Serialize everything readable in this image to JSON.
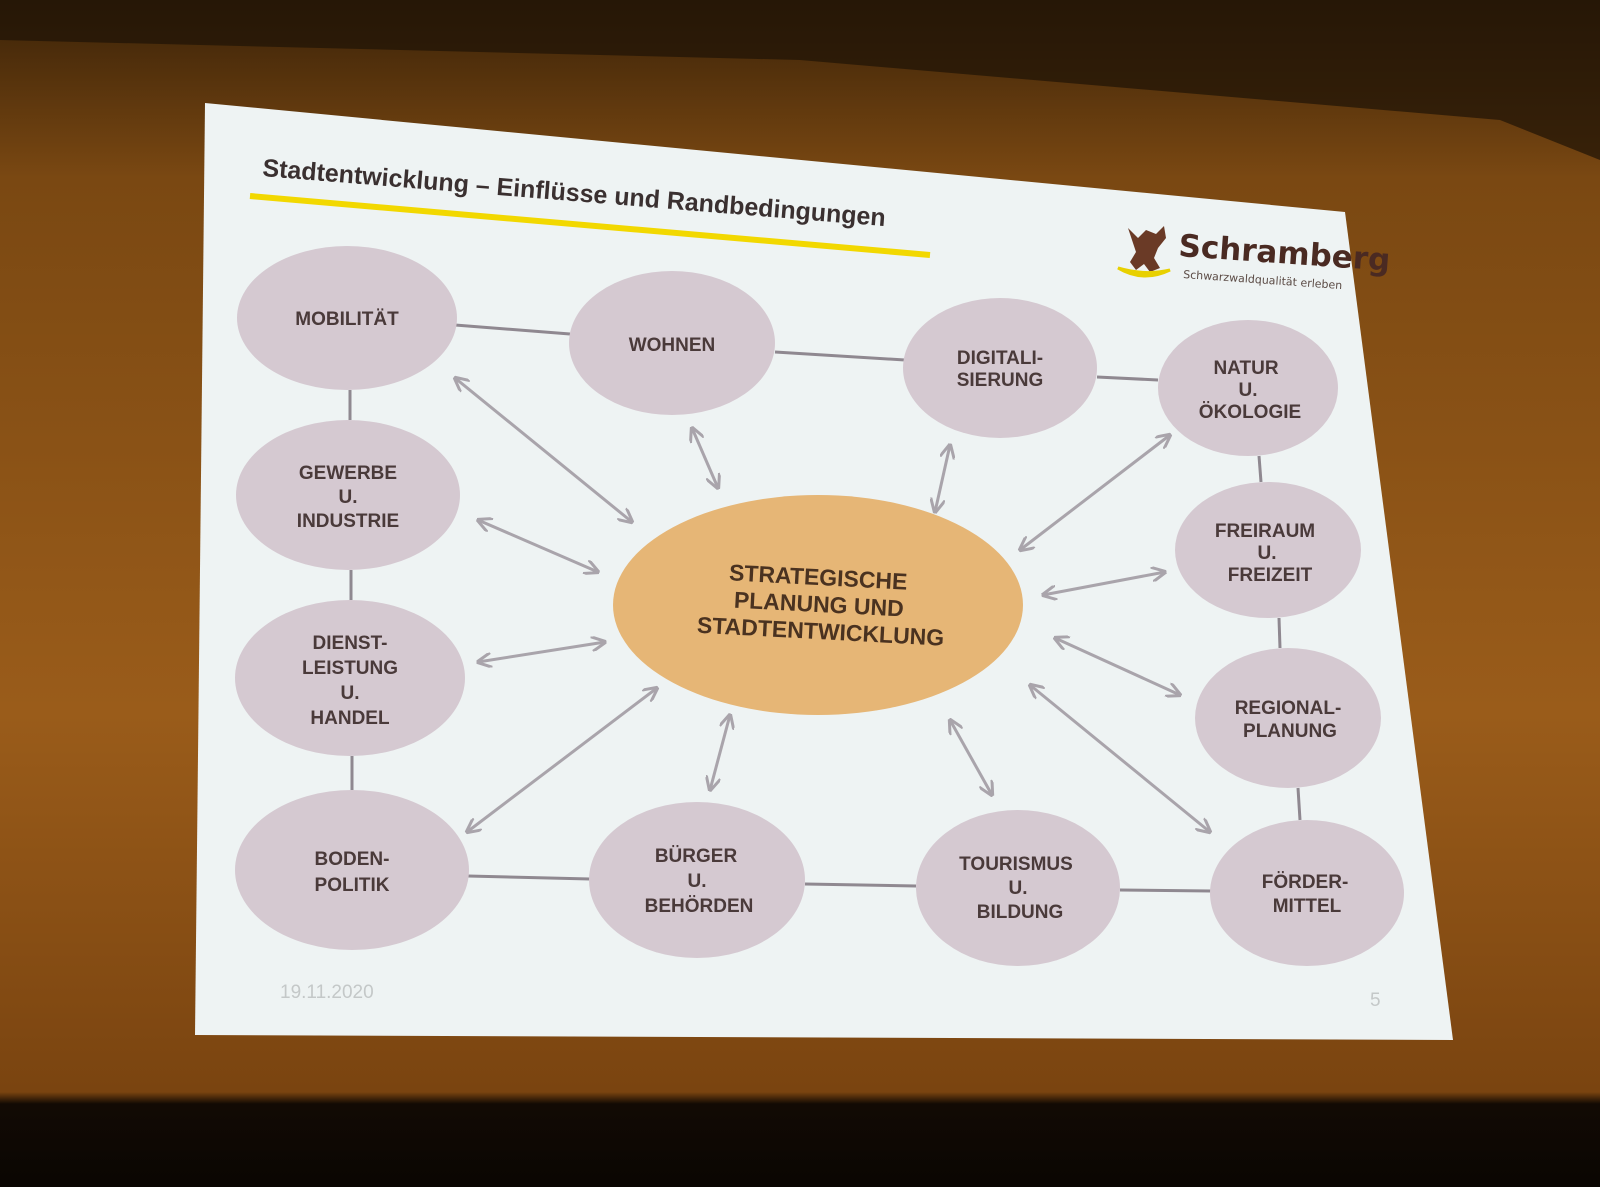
{
  "slide": {
    "title": "Stadtentwicklung – Einflüsse und Randbedingungen",
    "logo": {
      "name": "Schramberg",
      "tagline": "Schwarzwaldqualität erleben"
    },
    "date": "19.11.2020",
    "page_number": "5"
  },
  "center": {
    "lines": [
      "STRATEGISCHE",
      "PLANUNG UND",
      "STADTENTWICKLUNG"
    ]
  },
  "nodes": {
    "mobilitaet": [
      "MOBILITÄT"
    ],
    "wohnen": [
      "WOHNEN"
    ],
    "digital": [
      "DIGITALI-",
      "SIERUNG"
    ],
    "natur": [
      "NATUR",
      "U.",
      "ÖKOLOGIE"
    ],
    "gewerbe": [
      "GEWERBE",
      "U.",
      "INDUSTRIE"
    ],
    "freiraum": [
      "FREIRAUM",
      "U.",
      "FREIZEIT"
    ],
    "dienst": [
      "DIENST-",
      "LEISTUNG",
      "U.",
      "HANDEL"
    ],
    "regional": [
      "REGIONAL-",
      "PLANUNG"
    ],
    "boden": [
      "BODEN-",
      "POLITIK"
    ],
    "buerger": [
      "BÜRGER",
      "U.",
      "BEHÖRDEN"
    ],
    "tourismus": [
      "TOURISMUS",
      "U.",
      "BILDUNG"
    ],
    "foerder": [
      "FÖRDER-",
      "MITTEL"
    ]
  },
  "colors": {
    "node": "#d5c9d1",
    "center": "#e6b676",
    "accent_line": "#f2d800",
    "slide": "#eef3f3"
  }
}
